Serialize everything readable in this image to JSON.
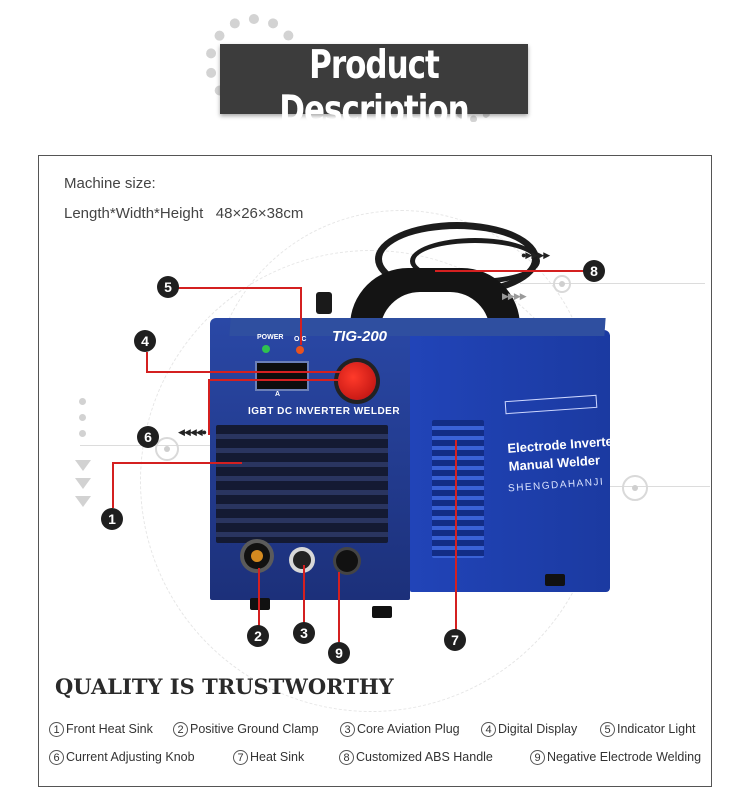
{
  "header": {
    "title": "Product Description"
  },
  "machine": {
    "size_label": "Machine size:",
    "size_value": "Length*Width*Height   48×26×38cm",
    "model": "TIG-200",
    "power_label": "POWER",
    "oc_label": "O.C",
    "amp_label": "A",
    "front_banner": "IGBT DC INVERTER WELDER",
    "side_title_line1": "Electrode Inverter",
    "side_title_line2": "Manual Welder",
    "side_brand": "SHENGDAHANJI"
  },
  "callouts": [
    "1",
    "2",
    "3",
    "4",
    "5",
    "6",
    "7",
    "8",
    "9"
  ],
  "quality_heading": "QUALITY IS TRUSTWORTHY",
  "legend": [
    {
      "num": "1",
      "label": "Front Heat Sink"
    },
    {
      "num": "2",
      "label": "Positive Ground Clamp"
    },
    {
      "num": "3",
      "label": "Core Aviation Plug"
    },
    {
      "num": "4",
      "label": "Digital Display"
    },
    {
      "num": "5",
      "label": "Indicator Light"
    },
    {
      "num": "6",
      "label": "Current Adjusting Knob"
    },
    {
      "num": "7",
      "label": "Heat Sink"
    },
    {
      "num": "8",
      "label": "Customized ABS Handle"
    },
    {
      "num": "9",
      "label": "Negative Electrode Welding"
    }
  ],
  "colors": {
    "machine_blue": "#1f3fa8",
    "callout_line": "#d42020",
    "title_bar": "#3c3c3c"
  }
}
